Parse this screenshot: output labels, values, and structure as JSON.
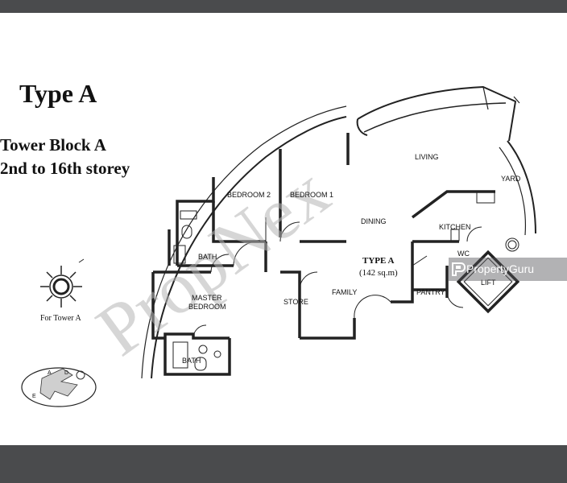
{
  "heading": {
    "type": "Type A",
    "block": "Tower Block A",
    "storey": "2nd to 16th storey"
  },
  "compass_caption": "For Tower A",
  "rooms": {
    "bedroom2": "BEDROOM 2",
    "bedroom1": "BEDROOM 1",
    "living": "LIVING",
    "yard": "YARD",
    "dining": "DINING",
    "kitchen": "KITCHEN",
    "bath_upper": "BATH",
    "wc": "WC",
    "master_bedroom": "MASTER",
    "master_bedroom_2": "BEDROOM",
    "store": "STORE",
    "family": "FAMILY",
    "pantry": "PANTRY",
    "lift": "LIFT",
    "bath_lower": "BATH"
  },
  "unit_label": {
    "type": "TYPE A",
    "area": "(142 sq.m)"
  },
  "key_plan_letters": [
    "A",
    "D",
    "E"
  ],
  "watermark": "PropNex",
  "badge": {
    "text": "PropertyGuru",
    "icon": "propertyguru-logo-icon"
  },
  "colors": {
    "frame_bar": "#4a4b4d",
    "line": "#222222",
    "watermark": "#b5b5b5",
    "badge_bg": "#555558"
  }
}
